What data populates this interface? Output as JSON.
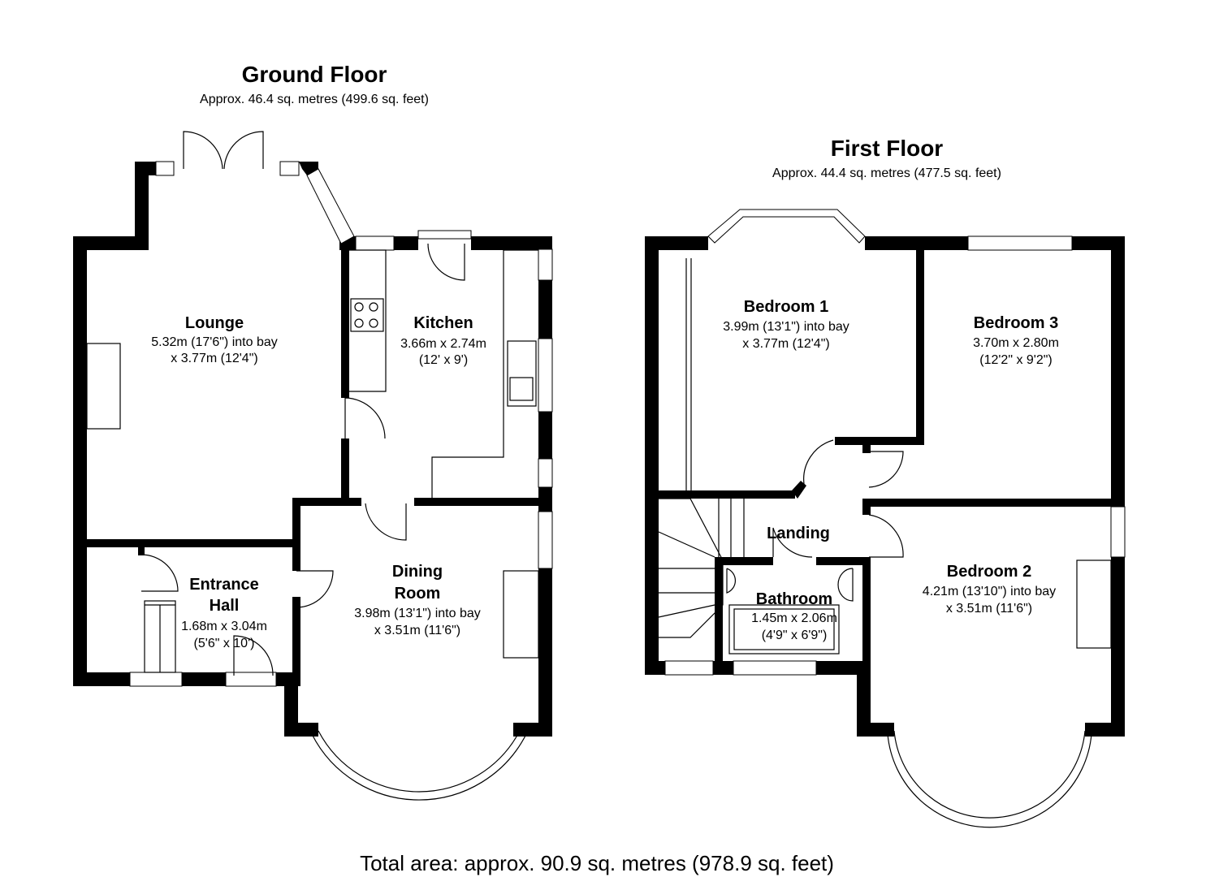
{
  "ground_floor": {
    "title": "Ground Floor",
    "area": "Approx. 46.4 sq. metres (499.6 sq. feet)",
    "rooms": {
      "lounge": {
        "name": "Lounge",
        "dim1": "5.32m (17'6\") into bay",
        "dim2": "x 3.77m (12'4\")"
      },
      "kitchen": {
        "name": "Kitchen",
        "dim1": "3.66m x 2.74m",
        "dim2": "(12' x 9')"
      },
      "entrance_hall": {
        "name1": "Entrance",
        "name2": "Hall",
        "dim1": "1.68m x 3.04m",
        "dim2": "(5'6\" x 10')"
      },
      "dining_room": {
        "name1": "Dining",
        "name2": "Room",
        "dim1": "3.98m (13'1\") into bay",
        "dim2": "x 3.51m (11'6\")"
      }
    }
  },
  "first_floor": {
    "title": "First Floor",
    "area": "Approx. 44.4 sq. metres (477.5 sq. feet)",
    "rooms": {
      "bedroom1": {
        "name": "Bedroom 1",
        "dim1": "3.99m (13'1\") into bay",
        "dim2": "x 3.77m (12'4\")"
      },
      "bedroom3": {
        "name": "Bedroom 3",
        "dim1": "3.70m x 2.80m",
        "dim2": "(12'2\" x 9'2\")"
      },
      "landing": {
        "name": "Landing"
      },
      "bathroom": {
        "name": "Bathroom",
        "dim1": "1.45m x 2.06m",
        "dim2": "(4'9\" x 6'9\")"
      },
      "bedroom2": {
        "name": "Bedroom 2",
        "dim1": "4.21m (13'10\") into bay",
        "dim2": "x 3.51m (11'6\")"
      }
    }
  },
  "total_area": "Total area: approx. 90.9 sq. metres (978.9 sq. feet)"
}
